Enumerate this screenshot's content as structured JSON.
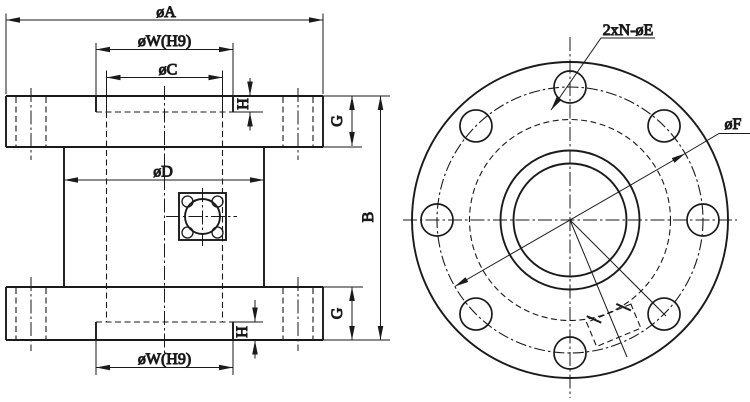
{
  "drawing": {
    "background": "#ffffff",
    "line_color": "#1a1a1a",
    "side_view": {
      "dim_dia_a": "øA",
      "dim_dia_w_top": "øW(H9)",
      "dim_dia_c": "øC",
      "dim_h_top": "H",
      "dim_g_top": "G",
      "dim_dia_d": "øD",
      "dim_b": "B",
      "dim_g_bottom": "G",
      "dim_h_bottom": "H",
      "dim_dia_w_bottom": "øW(H9)"
    },
    "front_view": {
      "label_bolt_holes": "2xN-øE",
      "label_dia_f": "øF"
    }
  }
}
